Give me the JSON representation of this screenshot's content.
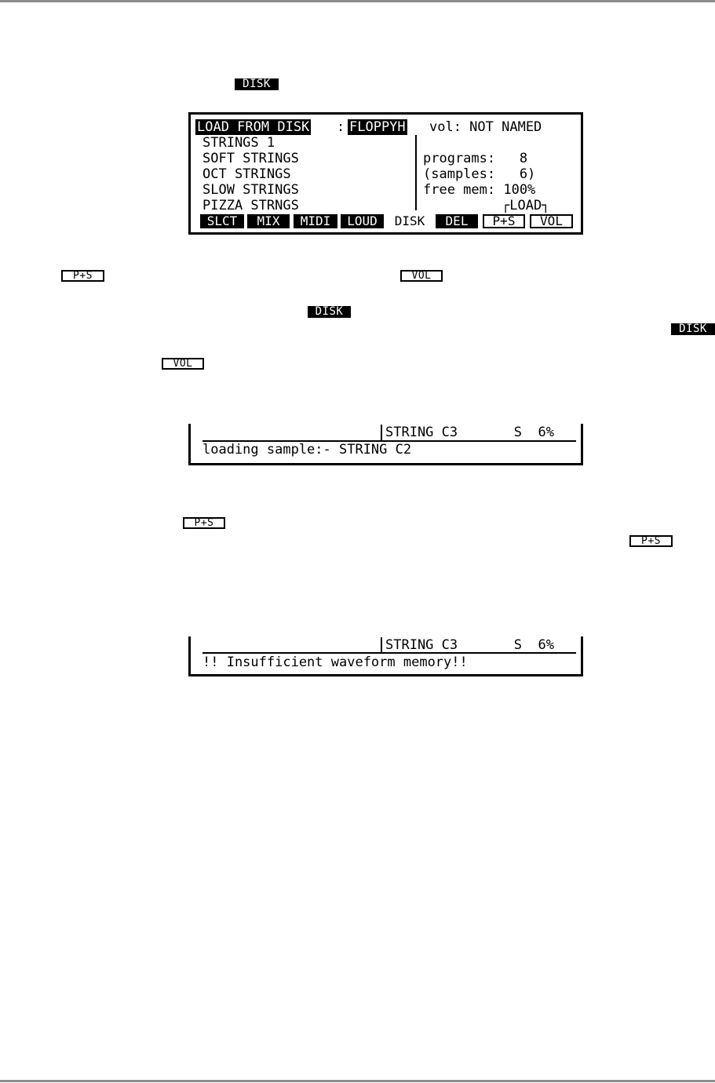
{
  "keys": {
    "disk": "DISK",
    "ps": "P+S",
    "vol": "VOL"
  },
  "lcd1": {
    "header_mode": "LOAD FROM DISK",
    "header_sep": ":",
    "header_drive": "FLOPPYH",
    "header_vol": "vol: NOT NAMED",
    "list": [
      "STRINGS 1",
      "SOFT STRINGS",
      "OCT STRINGS",
      "SLOW STRINGS",
      "PIZZA STRNGS"
    ],
    "programs": "programs:   8",
    "samples": "(samples:   6)",
    "free_mem": "free mem: 100%",
    "load": "┌LOAD┐",
    "softkeys": [
      "SLCT",
      "MIX",
      "MIDI",
      "LOUD",
      "DISK",
      "DEL",
      "P+S",
      "VOL"
    ]
  },
  "lcd2": {
    "top": "STRING C3       S  6%",
    "bottom": "loading sample:- STRING C2"
  },
  "lcd3": {
    "top": "STRING C3       S  6%",
    "bottom": "!! Insufficient waveform memory!!"
  }
}
